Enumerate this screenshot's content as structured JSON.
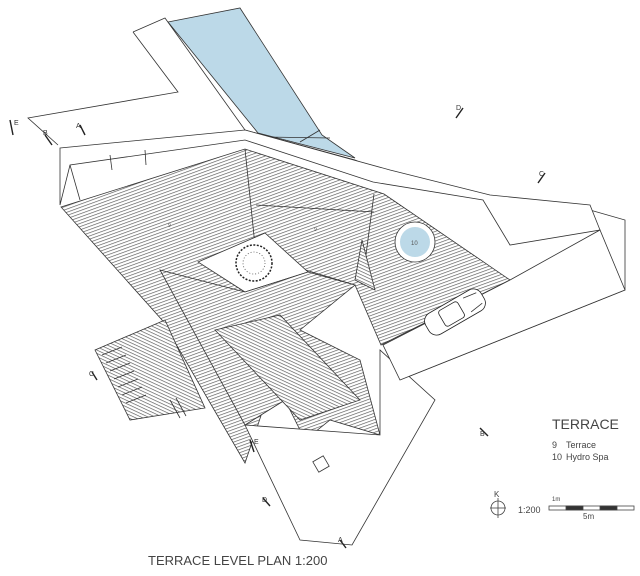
{
  "legend": {
    "title": "TERRACE",
    "items": [
      {
        "number": "9",
        "label": "Terrace"
      },
      {
        "number": "10",
        "label": "Hydro Spa"
      }
    ]
  },
  "plan_labels": {
    "terrace_a": "9",
    "terrace_b": "9",
    "spa": "10"
  },
  "section_markers": [
    "E",
    "B",
    "A",
    "D",
    "C",
    "C",
    "E",
    "D",
    "A",
    "B"
  ],
  "north": {
    "letter": "K"
  },
  "scale": {
    "ratio": "1:200",
    "small": "1m",
    "large": "5m"
  },
  "caption": "TERRACE LEVEL PLAN 1:200",
  "colors": {
    "water": "#bcd9e8",
    "line": "#333333"
  }
}
